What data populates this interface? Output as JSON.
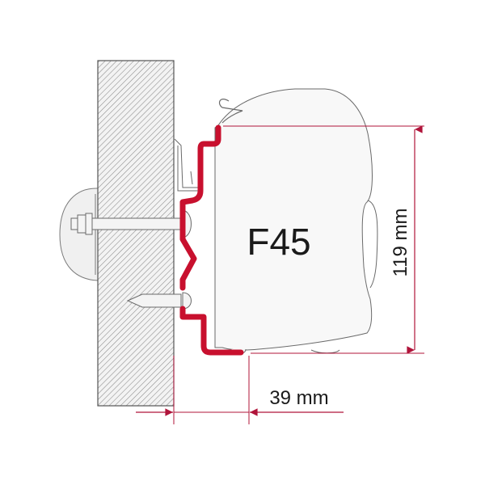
{
  "diagram": {
    "title": "Awning adapter bracket mounting diagram",
    "model_label": "F45",
    "dimensions": {
      "height": {
        "label": "119 mm",
        "value": 119,
        "unit": "mm"
      },
      "offset": {
        "label": "39 mm",
        "value": 39,
        "unit": "mm"
      }
    },
    "colors": {
      "bracket": "#c8102e",
      "dimension_line": "#b0143a",
      "wall_hatch": "#8a8a8a",
      "outline": "#555555",
      "awning_fill": "#f7f7f7"
    },
    "components": [
      "wall-section",
      "adapter-bracket",
      "awning-cassette",
      "through-bolt",
      "backing-plate",
      "screw"
    ]
  }
}
